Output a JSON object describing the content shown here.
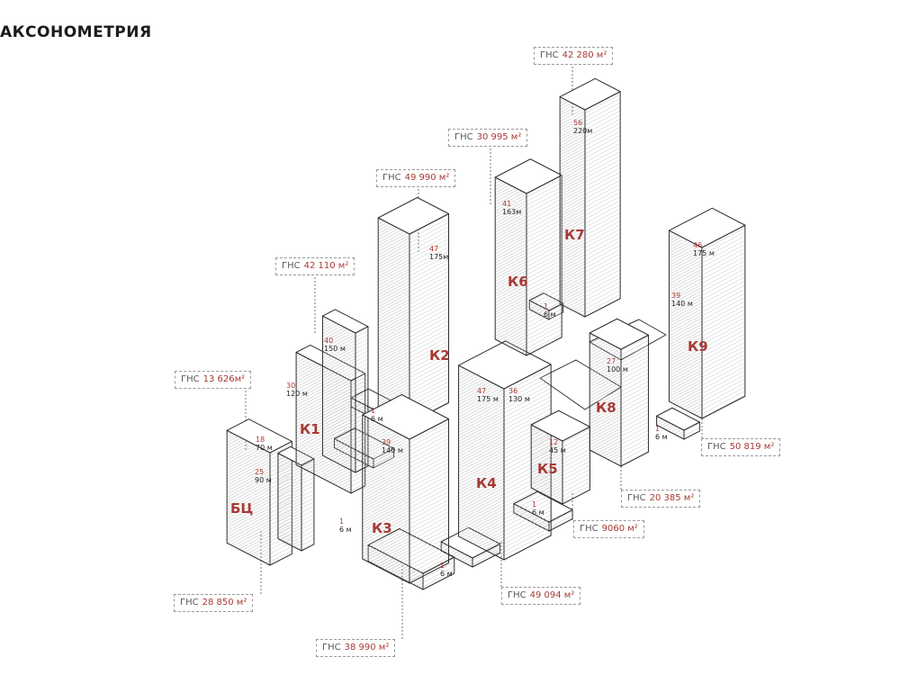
{
  "title": "АКСОНОМЕТРИЯ",
  "colors": {
    "accent": "#a83a35",
    "line": "#333333",
    "hatch": "#bdbdbd",
    "text": "#222222"
  },
  "gns_label": "ГНС",
  "buildings": [
    {
      "id": "bc",
      "name": "БЦ",
      "gns": "28 850 м²"
    },
    {
      "id": "k1",
      "name": "К1",
      "gns": "42 110 м²"
    },
    {
      "id": "k2",
      "name": "К2",
      "gns": "49 990 м²"
    },
    {
      "id": "k3",
      "name": "К3",
      "gns": "38 990 м²"
    },
    {
      "id": "k4",
      "name": "К4",
      "gns": "49 094 м²"
    },
    {
      "id": "k5",
      "name": "К5",
      "gns": "9060 м²"
    },
    {
      "id": "k6",
      "name": "К6",
      "gns": "30 995 м²"
    },
    {
      "id": "k7",
      "name": "К7",
      "gns": "42 280 м²"
    },
    {
      "id": "k8",
      "name": "К8",
      "gns": "20 385 м²"
    },
    {
      "id": "k9",
      "name": "К9",
      "gns": "50 819 м²"
    }
  ],
  "extra_gns": [
    {
      "id": "bc-extra",
      "gns": "13 626м²"
    }
  ],
  "height_labels": [
    {
      "id": "h-bc1",
      "floors": "18",
      "height": "70 м"
    },
    {
      "id": "h-bc2",
      "floors": "25",
      "height": "90 м"
    },
    {
      "id": "h-k1a",
      "floors": "30",
      "height": "120 м"
    },
    {
      "id": "h-k1b",
      "floors": "40",
      "height": "150 м"
    },
    {
      "id": "h-k2",
      "floors": "47",
      "height": "175м"
    },
    {
      "id": "h-k3",
      "floors": "39",
      "height": "140 м"
    },
    {
      "id": "h-k4",
      "floors": "47",
      "height": "175 м"
    },
    {
      "id": "h-k4b",
      "floors": "36",
      "height": "130 м"
    },
    {
      "id": "h-k5",
      "floors": "12",
      "height": "45 м"
    },
    {
      "id": "h-k6",
      "floors": "41",
      "height": "163м"
    },
    {
      "id": "h-k7",
      "floors": "56",
      "height": "220м"
    },
    {
      "id": "h-k8",
      "floors": "27",
      "height": "100 м"
    },
    {
      "id": "h-k9a",
      "floors": "46",
      "height": "175 м"
    },
    {
      "id": "h-k9b",
      "floors": "39",
      "height": "140 м"
    },
    {
      "id": "h-p1",
      "floors": "1",
      "height": "6 м"
    },
    {
      "id": "h-p2",
      "floors": "1",
      "height": "6 м"
    },
    {
      "id": "h-p3",
      "floors": "1",
      "height": "6 м"
    },
    {
      "id": "h-p4",
      "floors": "1",
      "height": "6 м"
    },
    {
      "id": "h-p5",
      "floors": "1",
      "height": "6 м"
    },
    {
      "id": "h-p6",
      "floors": "1",
      "height": "6 м"
    }
  ]
}
